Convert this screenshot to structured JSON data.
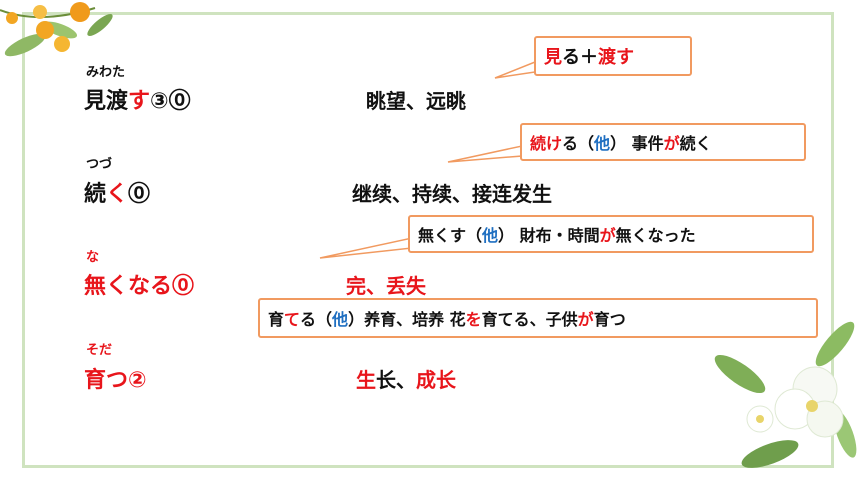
{
  "colors": {
    "accent_red": "#e8151b",
    "accent_blue": "#1f6fc1",
    "callout_border": "#f19a60",
    "frame": "#cfe3bf"
  },
  "entries": [
    {
      "ruby": "みわた",
      "word_pre": "見渡",
      "word_red": "す",
      "word_post": "③⓪",
      "meaning_black": "眺望、远眺",
      "meaning_red": ""
    },
    {
      "ruby": "つづ",
      "word_pre": "続",
      "word_red": "く",
      "word_post": "⓪",
      "meaning_black": "继续、持续、接连发生",
      "meaning_red": ""
    },
    {
      "ruby": "な",
      "word_pre": "",
      "word_red": "無くなる⓪",
      "word_post": "",
      "meaning_black": "",
      "meaning_red": "完、丢失"
    },
    {
      "ruby": "そだ",
      "word_pre": "",
      "word_red": "育つ②",
      "word_post": "",
      "meaning_black": "",
      "meaning_red_1": "生",
      "meaning_black_2": "长、",
      "meaning_red_2": "成长"
    }
  ],
  "callouts": {
    "c1": {
      "a": "見",
      "b": "る＋",
      "c": "渡す"
    },
    "c2": {
      "a": "続",
      "b": "け",
      "c": "る（",
      "d": "他",
      "e": "）  事件",
      "f": "が",
      "g": "続く"
    },
    "c3": {
      "a": "無くす（",
      "b": "他",
      "c": "）  財布・時間",
      "d": "が",
      "e": "無くなった"
    },
    "c4": {
      "a": "育",
      "b": "て",
      "c": "る（",
      "d": "他",
      "e": "）养育、培养  花",
      "f": "を",
      "g": "育てる、子供",
      "h": "が",
      "i": "育つ"
    }
  }
}
